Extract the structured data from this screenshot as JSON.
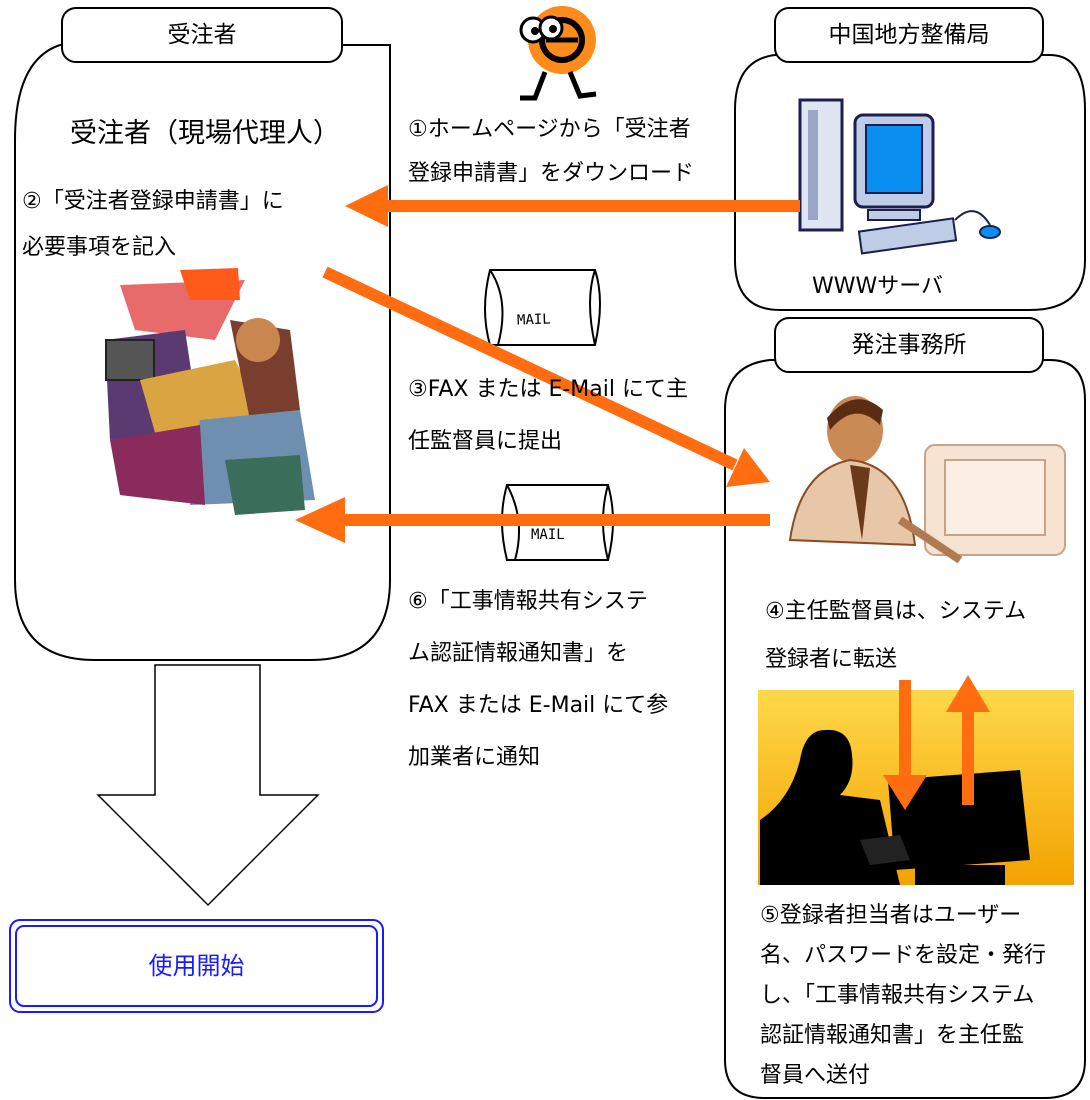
{
  "contractor": {
    "tab": "受注者",
    "heading": "受注者（現場代理人）",
    "step2": [
      "②「受注者登録申請書」に",
      "必要事項を記入"
    ]
  },
  "bureau": {
    "tab": "中国地方整備局",
    "server_label": "WWWサーバ"
  },
  "office": {
    "tab": "発注事務所",
    "step4": [
      "④主任監督員は、システム",
      "登録者に転送"
    ],
    "step5": [
      "⑤登録者担当者はユーザー",
      "名、パスワードを設定・発行",
      "し、「工事情報共有システム",
      "認証情報通知書」を主任監",
      "督員へ送付"
    ]
  },
  "center": {
    "step1": [
      "①ホームページから「受注者",
      "登録申請書」をダウンロード"
    ],
    "step3": [
      "③FAX または E-Mail にて主",
      "任監督員に提出"
    ],
    "step6": [
      "⑥「工事情報共有システ",
      "ム認証情報通知書」を",
      "FAX または E-Mail にて参",
      "加業者に通知"
    ],
    "mail_label": "MAIL"
  },
  "start_button": "使用開始",
  "colors": {
    "arrow": "#ff6d10",
    "start_text": "#1a1aff",
    "start_border": "#1a1aff"
  }
}
